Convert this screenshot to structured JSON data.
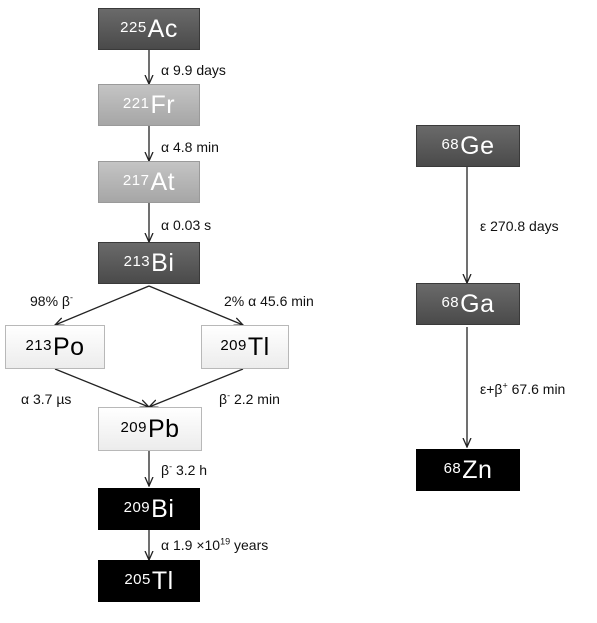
{
  "nodes": {
    "ac225": {
      "mass": "225",
      "symbol": "Ac"
    },
    "fr221": {
      "mass": "221",
      "symbol": "Fr"
    },
    "at217": {
      "mass": "217",
      "symbol": "At"
    },
    "bi213": {
      "mass": "213",
      "symbol": "Bi"
    },
    "po213": {
      "mass": "213",
      "symbol": "Po"
    },
    "tl209": {
      "mass": "209",
      "symbol": "Tl"
    },
    "pb209": {
      "mass": "209",
      "symbol": "Pb"
    },
    "bi209": {
      "mass": "209",
      "symbol": "Bi"
    },
    "tl205": {
      "mass": "205",
      "symbol": "Tl"
    },
    "ge68": {
      "mass": "68",
      "symbol": "Ge"
    },
    "ga68": {
      "mass": "68",
      "symbol": "Ga"
    },
    "zn68": {
      "mass": "68",
      "symbol": "Zn"
    }
  },
  "decays": {
    "ac_fr": {
      "text": "α 9.9 days"
    },
    "fr_at": {
      "text": "α 4.8 min"
    },
    "at_bi": {
      "text": "α 0.03 s"
    },
    "bi_po": {
      "prefix": "98% β",
      "sup": "-"
    },
    "bi_tl": {
      "text": "2% α 45.6 min"
    },
    "po_pb": {
      "text": "α 3.7 µs"
    },
    "tl_pb": {
      "prefix": "β",
      "sup": "-",
      "suffix": " 2.2 min"
    },
    "pb_bi": {
      "prefix": "β",
      "sup": "-",
      "suffix": " 3.2 h"
    },
    "bi_tl205": {
      "prefix": "α 1.9 ×10",
      "sup": "19",
      "suffix": " years"
    },
    "ge_ga": {
      "text": "ε 270.8 days"
    },
    "ga_zn": {
      "prefix": "ε+β",
      "sup": "+",
      "suffix": " 67.6 min"
    }
  }
}
